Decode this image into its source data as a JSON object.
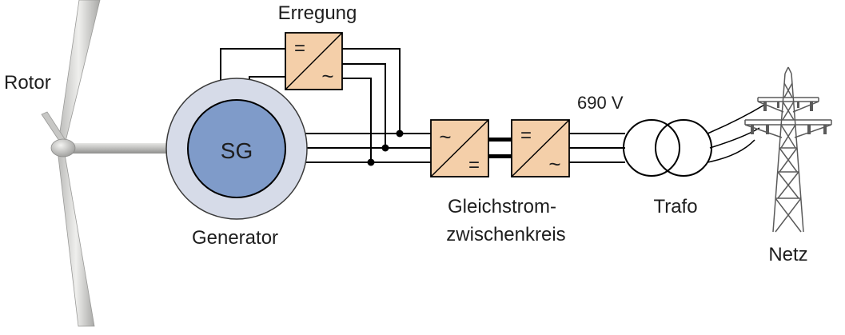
{
  "labels": {
    "rotor": "Rotor",
    "generator_symbol": "SG",
    "generator": "Generator",
    "excitation": "Erregung",
    "dc_link_line1": "Gleichstrom-",
    "dc_link_line2": "zwischenkreis",
    "voltage": "690 V",
    "transformer": "Trafo",
    "grid": "Netz"
  },
  "converter_symbols": {
    "ac": "~",
    "dc": "="
  },
  "colors": {
    "converter_fill": "#f4cfa9",
    "generator_stator": "#d6dbe8",
    "generator_rotor": "#7f9bc9",
    "line": "#000000",
    "blade": "#d2d2d0"
  },
  "icons": {
    "turbine": "wind-turbine-icon",
    "pylon": "transmission-tower-icon"
  }
}
